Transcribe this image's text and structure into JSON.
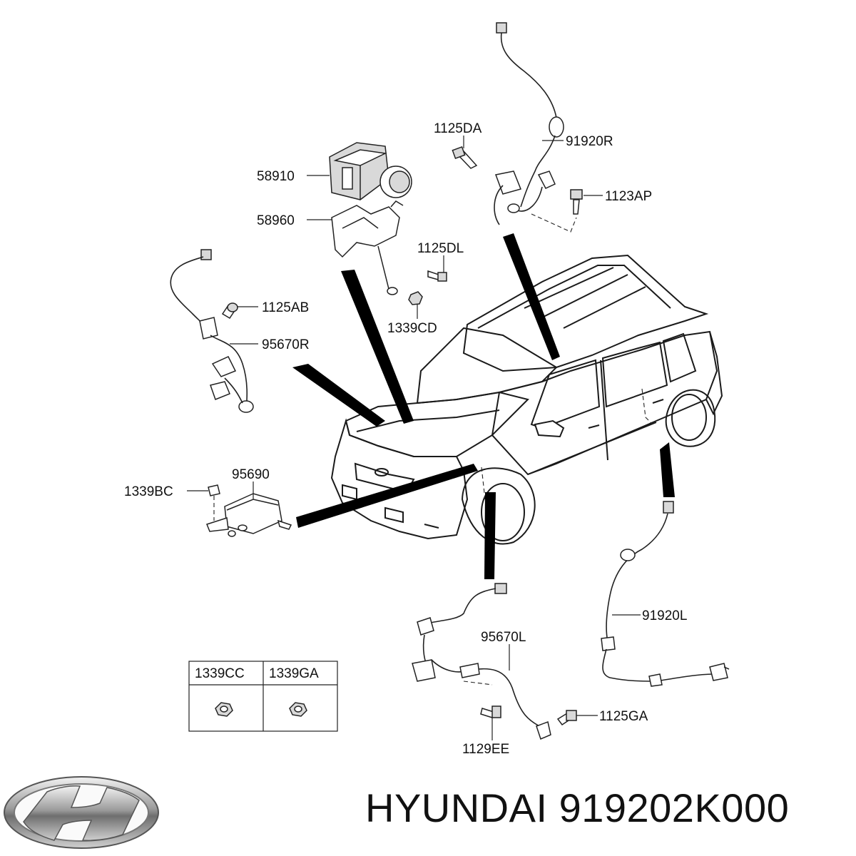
{
  "labels": {
    "p58910": "58910",
    "p58960": "58960",
    "p1125DA": "1125DA",
    "p91920R": "91920R",
    "p1123AP": "1123AP",
    "p1125DL": "1125DL",
    "p1125AB": "1125AB",
    "p1339CD": "1339CD",
    "p95670R": "95670R",
    "p95690": "95690",
    "p1339BC": "1339BC",
    "p91920L": "91920L",
    "p95670L": "95670L",
    "p1125GA": "1125GA",
    "p1129EE": "1129EE"
  },
  "legend_table": {
    "headers": [
      "1339CC",
      "1339GA"
    ]
  },
  "brand": {
    "name": "HYUNDAI 919202K000"
  },
  "icons": {
    "logo": "hyundai-logo-icon"
  }
}
